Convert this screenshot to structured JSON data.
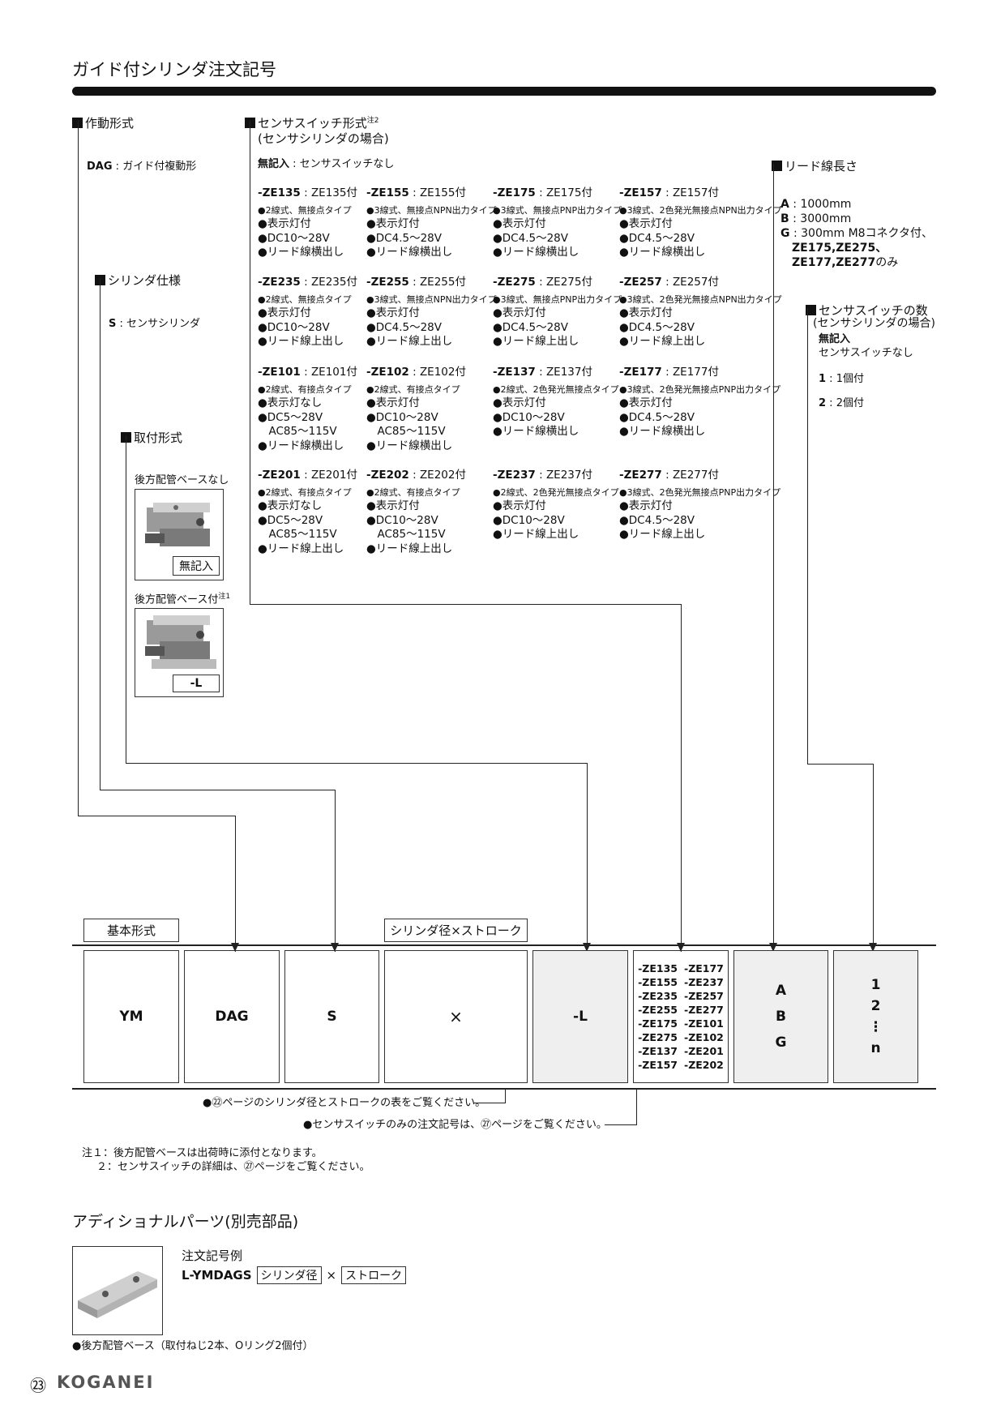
{
  "title": "ガイド付シリンダ注文記号",
  "operation": {
    "heading": "作動形式",
    "code": "DAG",
    "desc": "ガイド付複動形"
  },
  "cylinder": {
    "heading": "シリンダ仕様",
    "code": "S",
    "desc": "センサシリンダ"
  },
  "mounting": {
    "heading": "取付形式",
    "opt1": "後方配管ベースなし",
    "opt1_tag": "無記入",
    "opt2": "後方配管ベース付",
    "opt2_note": "注1",
    "opt2_tag": "-L"
  },
  "sensor": {
    "heading": "センサスイッチ形式",
    "note": "注2",
    "sub": "(センサシリンダの場合)",
    "none_code": "無記入",
    "none_desc": "センサスイッチなし",
    "rows": [
      [
        {
          "code": "-ZE135",
          "desc": "ZE135付",
          "lines": [
            "●2線式、無接点タイプ",
            "●表示灯付",
            "●DC10～28V",
            "●リード線横出し"
          ]
        },
        {
          "code": "-ZE155",
          "desc": "ZE155付",
          "lines": [
            "●3線式、無接点NPN出力タイプ",
            "●表示灯付",
            "●DC4.5～28V",
            "●リード線横出し"
          ]
        },
        {
          "code": "-ZE175",
          "desc": "ZE175付",
          "lines": [
            "●3線式、無接点PNP出力タイプ",
            "●表示灯付",
            "●DC4.5～28V",
            "●リード線横出し"
          ]
        },
        {
          "code": "-ZE157",
          "desc": "ZE157付",
          "lines": [
            "●3線式、2色発光無接点NPN出力タイプ",
            "●表示灯付",
            "●DC4.5～28V",
            "●リード線横出し"
          ]
        }
      ],
      [
        {
          "code": "-ZE235",
          "desc": "ZE235付",
          "lines": [
            "●2線式、無接点タイプ",
            "●表示灯付",
            "●DC10～28V",
            "●リード線上出し"
          ]
        },
        {
          "code": "-ZE255",
          "desc": "ZE255付",
          "lines": [
            "●3線式、無接点NPN出力タイプ",
            "●表示灯付",
            "●DC4.5～28V",
            "●リード線上出し"
          ]
        },
        {
          "code": "-ZE275",
          "desc": "ZE275付",
          "lines": [
            "●3線式、無接点PNP出力タイプ",
            "●表示灯付",
            "●DC4.5～28V",
            "●リード線上出し"
          ]
        },
        {
          "code": "-ZE257",
          "desc": "ZE257付",
          "lines": [
            "●3線式、2色発光無接点NPN出力タイプ",
            "●表示灯付",
            "●DC4.5～28V",
            "●リード線上出し"
          ]
        }
      ],
      [
        {
          "code": "-ZE101",
          "desc": "ZE101付",
          "lines": [
            "●2線式、有接点タイプ",
            "●表示灯なし",
            "●DC5～28V",
            "　AC85～115V",
            "●リード線横出し"
          ]
        },
        {
          "code": "-ZE102",
          "desc": "ZE102付",
          "lines": [
            "●2線式、有接点タイプ",
            "●表示灯付",
            "●DC10～28V",
            "　AC85～115V",
            "●リード線横出し"
          ]
        },
        {
          "code": "-ZE137",
          "desc": "ZE137付",
          "lines": [
            "●2線式、2色発光無接点タイプ",
            "●表示灯付",
            "●DC10～28V",
            "●リード線横出し"
          ]
        },
        {
          "code": "-ZE177",
          "desc": "ZE177付",
          "lines": [
            "●3線式、2色発光無接点PNP出力タイプ",
            "●表示灯付",
            "●DC4.5～28V",
            "●リード線横出し"
          ]
        }
      ],
      [
        {
          "code": "-ZE201",
          "desc": "ZE201付",
          "lines": [
            "●2線式、有接点タイプ",
            "●表示灯なし",
            "●DC5～28V",
            "　AC85～115V",
            "●リード線上出し"
          ]
        },
        {
          "code": "-ZE202",
          "desc": "ZE202付",
          "lines": [
            "●2線式、有接点タイプ",
            "●表示灯付",
            "●DC10～28V",
            "　AC85～115V",
            "●リード線上出し"
          ]
        },
        {
          "code": "-ZE237",
          "desc": "ZE237付",
          "lines": [
            "●2線式、2色発光無接点タイプ",
            "●表示灯付",
            "●DC10～28V",
            "●リード線上出し"
          ]
        },
        {
          "code": "-ZE277",
          "desc": "ZE277付",
          "lines": [
            "●3線式、2色発光無接点PNP出力タイプ",
            "●表示灯付",
            "●DC4.5～28V",
            "●リード線上出し"
          ]
        }
      ]
    ]
  },
  "lead": {
    "heading": "リード線長さ",
    "a_code": "A",
    "a": "1000mm",
    "b_code": "B",
    "b": "3000mm",
    "g_code": "G",
    "g": "300mm M8コネクタ付、",
    "g2": "ZE175,ZE275、",
    "g3a": "ZE177,ZE277",
    "g3b": "のみ"
  },
  "count": {
    "heading": "センサスイッチの数",
    "sub": "(センサシリンダの場合)",
    "none_code": "無記入",
    "none_desc": "センサスイッチなし",
    "c1_code": "1",
    "c1": "1個付",
    "c2_code": "2",
    "c2": "2個付"
  },
  "order": {
    "basic_label": "基本形式",
    "bore_label": "シリンダ径×ストローク",
    "boxes": {
      "ym": "YM",
      "dag": "DAG",
      "s": "S",
      "x": "×",
      "l": "-L"
    },
    "ze": [
      "-ZE135",
      "-ZE177",
      "-ZE155",
      "-ZE237",
      "-ZE235",
      "-ZE257",
      "-ZE255",
      "-ZE277",
      "-ZE175",
      "-ZE101",
      "-ZE275",
      "-ZE102",
      "-ZE137",
      "-ZE201",
      "-ZE157",
      "-ZE202"
    ],
    "abg": [
      "A",
      "B",
      "G"
    ],
    "n": [
      "1",
      "2",
      "⋮",
      "n"
    ]
  },
  "notes_ref": {
    "r1": "●㉒ページのシリンダ径とストロークの表をご覧ください。",
    "r2": "●センサスイッチのみの注文記号は、㉗ページをご覧ください。"
  },
  "footnotes": {
    "n1": "注１：後方配管ベースは出荷時に添付となります。",
    "n2": "２：センサスイッチの詳細は、㉗ページをご覧ください。"
  },
  "additional": {
    "heading": "アディショナルパーツ(別売部品)",
    "example_label": "注文記号例",
    "code": "L-YMDAGS",
    "bore": "シリンダ径",
    "x": "×",
    "stroke": "ストローク",
    "caption": "●後方配管ベース（取付ねじ2本、Oリング2個付）"
  },
  "footer": {
    "page": "㉓",
    "brand": "KOGANEI"
  }
}
